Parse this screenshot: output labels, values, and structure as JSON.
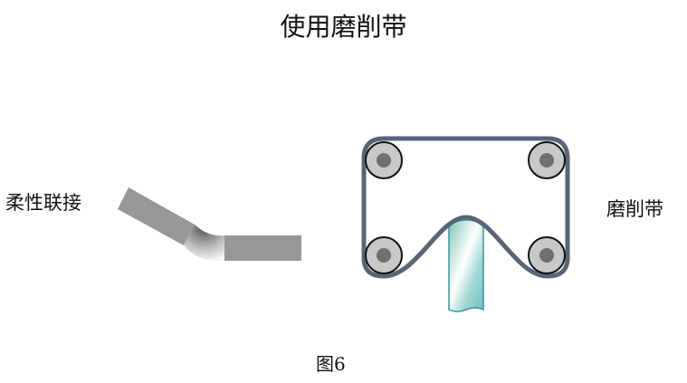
{
  "title": "使用磨削带",
  "labels": {
    "flexible_joint": "柔性联接",
    "grinding_belt": "磨削带"
  },
  "caption": "图6",
  "colors": {
    "belt": "#5a6478",
    "roller_outer": "#c8c8c8",
    "roller_inner": "#707070",
    "blade": "#8fd0c8",
    "bar": "#999999"
  }
}
